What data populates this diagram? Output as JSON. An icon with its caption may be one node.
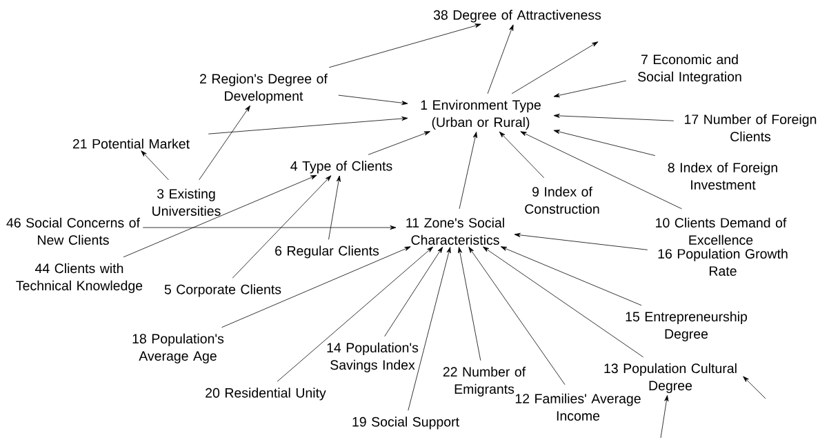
{
  "diagram": {
    "nodes": [
      {
        "text": [
          "38 Degree of Attractiveness"
        ]
      },
      {
        "text": [
          "2 Region's Degree of Development"
        ]
      },
      {
        "text": [
          "7 Economic and Social Integration"
        ]
      },
      {
        "text": [
          "1 Environment Type (Urban or Rural)"
        ]
      },
      {
        "text": [
          "17 Number of Foreign Clients"
        ]
      },
      {
        "text": [
          "21 Potential Market"
        ]
      },
      {
        "text": [
          "4 Type of Clients"
        ]
      },
      {
        "text": [
          "8 Index of Foreign Investment"
        ]
      },
      {
        "text": [
          "3 Existing Universities"
        ]
      },
      {
        "text": [
          "9 Index of Construction"
        ]
      },
      {
        "text": [
          "46 Social Concerns of New Clients"
        ]
      },
      {
        "text": [
          "11 Zone's Social Characteristics"
        ]
      },
      {
        "text": [
          "10 Clients Demand of Excellence"
        ]
      },
      {
        "text": [
          "6 Regular Clients"
        ]
      },
      {
        "text": [
          "16 Population Growth Rate"
        ]
      },
      {
        "text": [
          "44 Clients with Technical Knowledge"
        ]
      },
      {
        "text": [
          "5 Corporate Clients"
        ]
      },
      {
        "text": [
          "15 Entrepreneurship Degree"
        ]
      },
      {
        "text": [
          "18 Population's Average Age"
        ]
      },
      {
        "text": [
          "14 Population's Savings Index"
        ]
      },
      {
        "text": [
          "22 Number of Emigrants"
        ]
      },
      {
        "text": [
          "13 Population Cultural Degree"
        ]
      },
      {
        "text": [
          "20 Residential Unity"
        ]
      },
      {
        "text": [
          "12 Families' Average Income"
        ]
      },
      {
        "text": [
          "19 Social Support"
        ]
      }
    ],
    "edges": [
      {
        "from": 1,
        "to": 0,
        "arrow": "to"
      },
      {
        "from": 3,
        "to": 0,
        "arrow": "to"
      },
      {
        "from": 3,
        "to": null,
        "arrow": "to"
      },
      {
        "from": 2,
        "to": 3,
        "arrow": "to"
      },
      {
        "from": 4,
        "to": 3,
        "arrow": "to"
      },
      {
        "from": 7,
        "to": 3,
        "arrow": "to"
      },
      {
        "from": 12,
        "to": 3,
        "arrow": "to"
      },
      {
        "from": 9,
        "to": 3,
        "arrow": "to"
      },
      {
        "from": 11,
        "to": 3,
        "arrow": "to"
      },
      {
        "from": 6,
        "to": 3,
        "arrow": "to"
      },
      {
        "from": 5,
        "to": 3,
        "arrow": "to"
      },
      {
        "from": 1,
        "to": 3,
        "arrow": "to"
      },
      {
        "from": 8,
        "to": 5,
        "arrow": "to"
      },
      {
        "from": 8,
        "to": 1,
        "arrow": "to"
      },
      {
        "from": 15,
        "to": 6,
        "arrow": "to"
      },
      {
        "from": 16,
        "to": 6,
        "arrow": "to"
      },
      {
        "from": 13,
        "to": 6,
        "arrow": "to"
      },
      {
        "from": 10,
        "to": 11,
        "arrow": "to"
      },
      {
        "from": 18,
        "to": 11,
        "arrow": "to"
      },
      {
        "from": 22,
        "to": 11,
        "arrow": "to"
      },
      {
        "from": 19,
        "to": 11,
        "arrow": "to"
      },
      {
        "from": 24,
        "to": 11,
        "arrow": "to"
      },
      {
        "from": 20,
        "to": 11,
        "arrow": "to"
      },
      {
        "from": 23,
        "to": 11,
        "arrow": "to"
      },
      {
        "from": 21,
        "to": 11,
        "arrow": "to"
      },
      {
        "from": 17,
        "to": 11,
        "arrow": "to"
      },
      {
        "from": 14,
        "to": 11,
        "arrow": "to"
      },
      {
        "from": null,
        "to": 21,
        "arrow": "to"
      },
      {
        "from": null,
        "to": 21,
        "arrow": "to"
      }
    ]
  }
}
